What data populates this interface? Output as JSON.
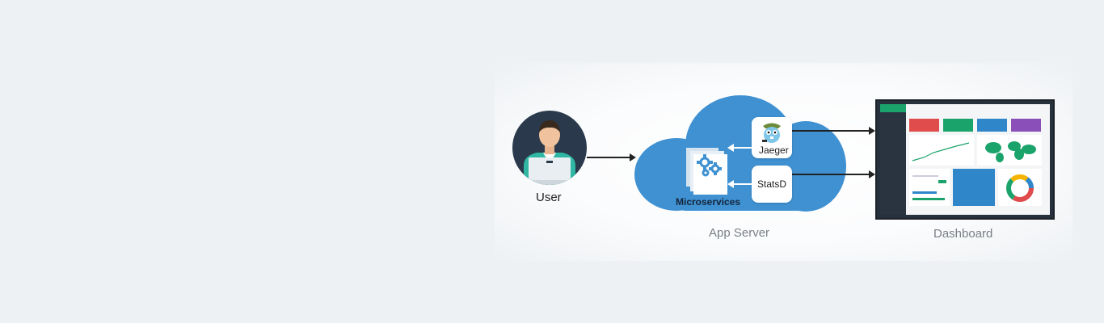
{
  "nodes": {
    "user": "User",
    "microservices": "Microservices",
    "jaeger": "Jaeger",
    "statsd": "StatsD",
    "app_server": "App Server",
    "dashboard": "Dashboard"
  },
  "colors": {
    "cloud": "#3f91d2",
    "background": "#eef1f4",
    "arrow": "#222222"
  },
  "icons": {
    "user": "person-at-laptop-icon",
    "microservices": "gears-icon",
    "jaeger": "gopher-mascot-icon",
    "dashboard": "monitor-dashboard-icon"
  }
}
